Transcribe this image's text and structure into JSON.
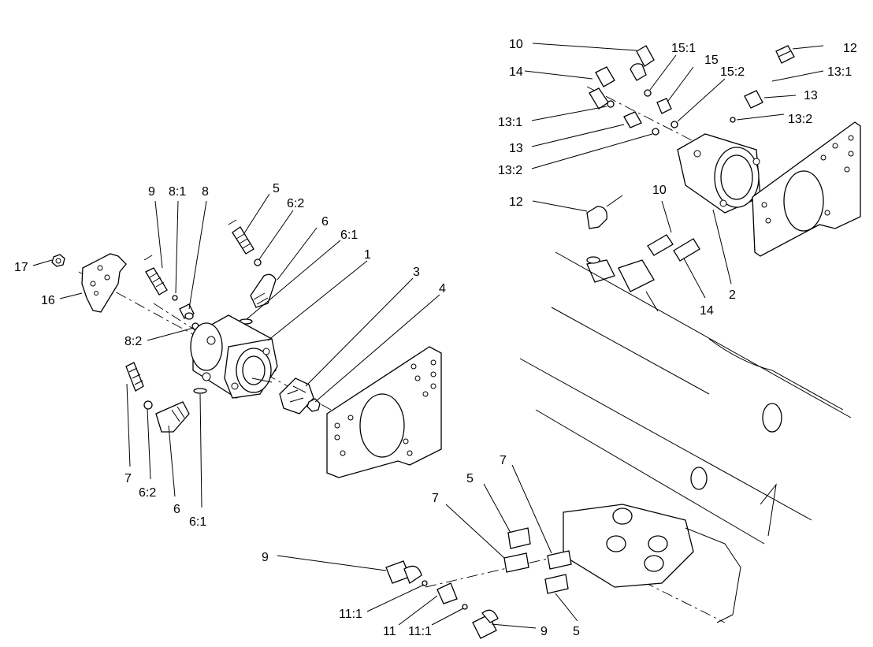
{
  "callouts": {
    "left": {
      "c17": "17",
      "c16": "16",
      "c9": "9",
      "c8_1": "8:1",
      "c8": "8",
      "c8_2": "8:2",
      "c5": "5",
      "c6_2_top": "6:2",
      "c6_top": "6",
      "c6_1_top": "6:1",
      "c1": "1",
      "c3": "3",
      "c4": "4",
      "c7": "7",
      "c6_2_bot": "6:2",
      "c6_bot": "6",
      "c6_1_bot": "6:1"
    },
    "right": {
      "c10_top": "10",
      "c15_1": "15:1",
      "c15": "15",
      "c15_2": "15:2",
      "c12_top": "12",
      "c14_top": "14",
      "c13_1_right": "13:1",
      "c13_right": "13",
      "c13_2_right": "13:2",
      "c13_1_left": "13:1",
      "c13_left": "13",
      "c13_2_left": "13:2",
      "c12_mid": "12",
      "c10_mid": "10",
      "c14_mid": "14",
      "c2": "2"
    },
    "bottom": {
      "c5_upper": "5",
      "c7_upper": "7",
      "c7_lower": "7",
      "c9_left": "9",
      "c11_1_left": "11:1",
      "c11": "11",
      "c11_1_right": "11:1",
      "c9_right": "9",
      "c5_lower": "5"
    }
  }
}
